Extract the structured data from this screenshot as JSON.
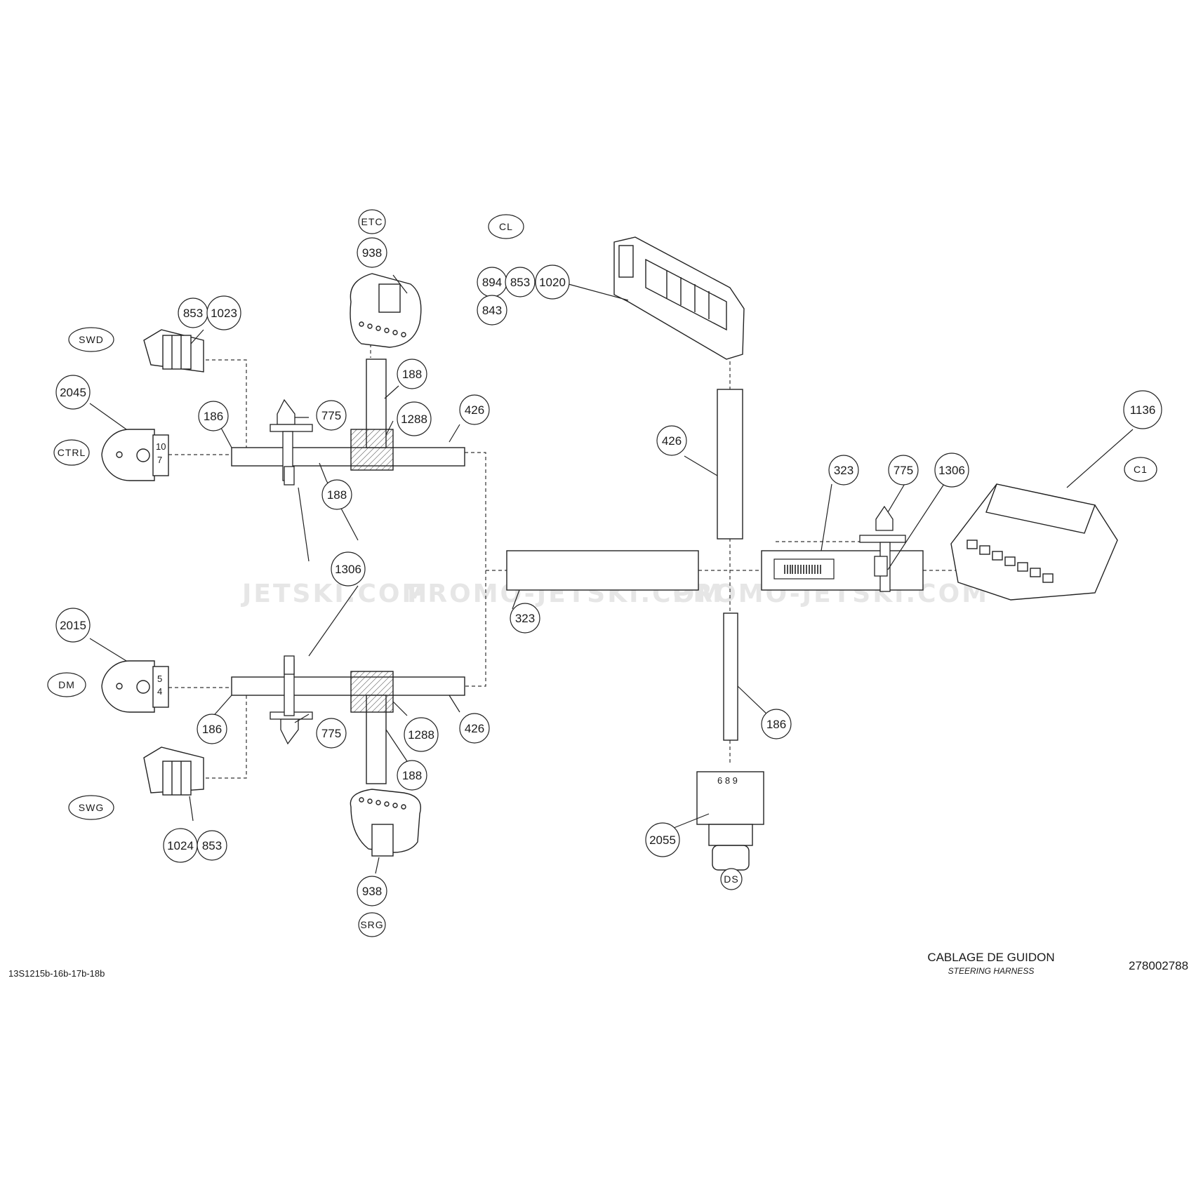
{
  "diagram": {
    "title": "CABLAGE DE GUIDON",
    "subtitle": "STEERING HARNESS",
    "part_number": "278002788",
    "drawing_code": "13S1215b-16b-17b-18b",
    "watermarks": [
      "JETSKI.COM",
      "PROMO-JETSKI.COM",
      "PROMO-JETSKI.COM"
    ],
    "connector_tags": [
      "ETC",
      "CL",
      "SWD",
      "CTRL",
      "C1",
      "DM",
      "SWG",
      "SRG",
      "DS"
    ],
    "callouts": [
      "938",
      "894",
      "853",
      "1020",
      "843",
      "853",
      "1023",
      "188",
      "2045",
      "186",
      "775",
      "1288",
      "426",
      "188",
      "426",
      "1136",
      "323",
      "775",
      "1306",
      "1306",
      "323",
      "2015",
      "186",
      "775",
      "1288",
      "426",
      "188",
      "186",
      "2055",
      "1024",
      "853",
      "938"
    ],
    "pin_labels": [
      "10",
      "7",
      "5",
      "4",
      "6 8 9"
    ]
  }
}
